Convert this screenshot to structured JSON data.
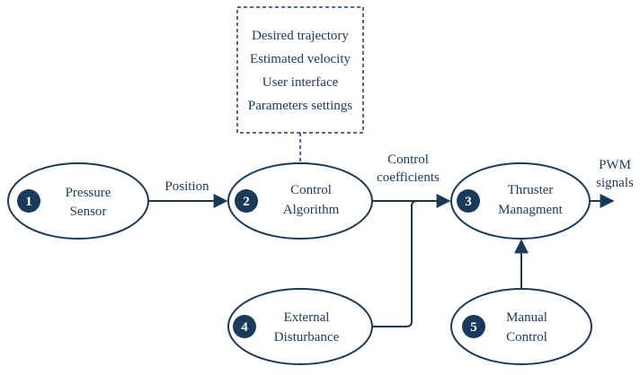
{
  "colors": {
    "primary": "#1a3a5c",
    "background": "#ffffff"
  },
  "nodes": {
    "pressure_sensor": {
      "number": "1",
      "line1": "Pressure",
      "line2": "Sensor"
    },
    "control_algorithm": {
      "number": "2",
      "line1": "Control",
      "line2": "Algorithm"
    },
    "thruster_management": {
      "number": "3",
      "line1": "Thruster",
      "line2": "Managment"
    },
    "external_disturbance": {
      "number": "4",
      "line1": "External",
      "line2": "Disturbance"
    },
    "manual_control": {
      "number": "5",
      "line1": "Manual",
      "line2": "Control"
    }
  },
  "inputs_box": {
    "items": [
      "Desired trajectory",
      "Estimated velocity",
      "User interface",
      "Parameters settings"
    ]
  },
  "edges": {
    "position": "Position",
    "control_coefficients_1": "Control",
    "control_coefficients_2": "coefficients",
    "pwm_1": "PWM",
    "pwm_2": "signals"
  }
}
